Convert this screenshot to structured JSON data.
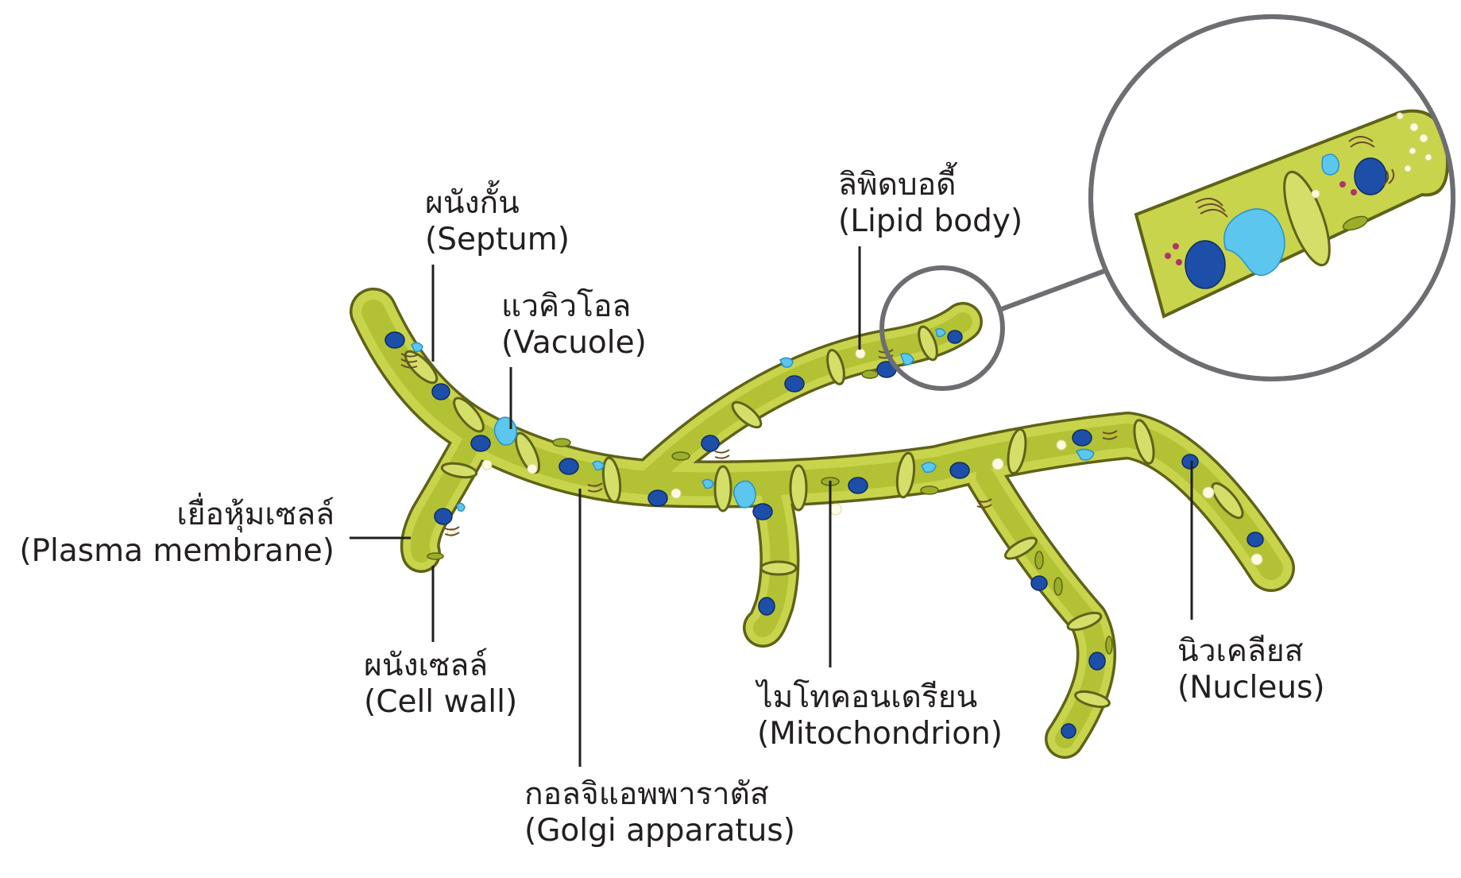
{
  "labels": {
    "septum": {
      "thai": "ผนังกั้น",
      "en": "(Septum)"
    },
    "vacuole": {
      "thai": "แวคิวโอล",
      "en": "(Vacuole)"
    },
    "lipid_body": {
      "thai": "ลิพิดบอดี้",
      "en": "(Lipid body)"
    },
    "plasma_membrane": {
      "thai": "เยื่อหุ้มเซลล์",
      "en": "(Plasma membrane)"
    },
    "cell_wall": {
      "thai": "ผนังเซลล์",
      "en": "(Cell wall)"
    },
    "golgi": {
      "thai": "กอลจิแอพพาราตัส",
      "en": "(Golgi apparatus)"
    },
    "mitochondrion": {
      "thai": "ไมโทคอนเดรียน",
      "en": "(Mitochondrion)"
    },
    "nucleus": {
      "thai": "นิวเคลียส",
      "en": "(Nucleus)"
    }
  },
  "colors": {
    "cell_wall": "#c8d44c",
    "cytoplasm": "#b2c234",
    "nucleus": "#1d4fa8",
    "vacuole": "#5cc6ee",
    "lipid_body": "#fffbe0",
    "outline": "#5f6218"
  }
}
